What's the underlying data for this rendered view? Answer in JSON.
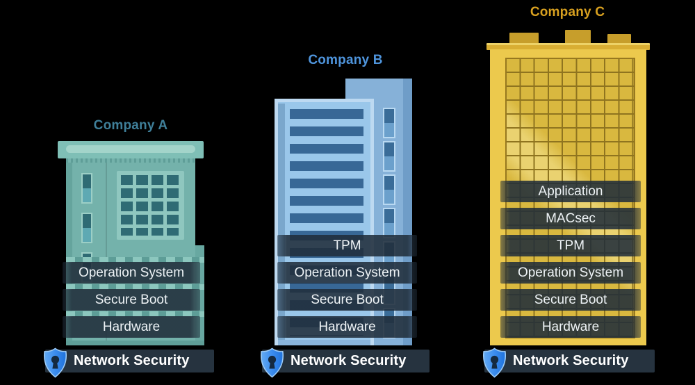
{
  "network_label": "Network Security",
  "companies": [
    {
      "name": "Company A",
      "layers": [
        "Operation System",
        "Secure Boot",
        "Hardware"
      ]
    },
    {
      "name": "Company B",
      "layers": [
        "TPM",
        "Operation System",
        "Secure Boot",
        "Hardware"
      ]
    },
    {
      "name": "Company C",
      "layers": [
        "Application",
        "MACsec",
        "TPM",
        "Operation System",
        "Secure Boot",
        "Hardware"
      ]
    }
  ],
  "colors": {
    "background": "#000000",
    "company_a_title": "#3f7f99",
    "company_a_building": "#74b2ab",
    "company_b_title": "#4f95dd",
    "company_b_building": "#9ac7ea",
    "company_c_title": "#d9a120",
    "company_c_building": "#ecc94d",
    "layer_band": "#202d3a",
    "network_bar": "#26333f",
    "shield_blue": "#2f86ea",
    "label_text": "#ffffff"
  }
}
